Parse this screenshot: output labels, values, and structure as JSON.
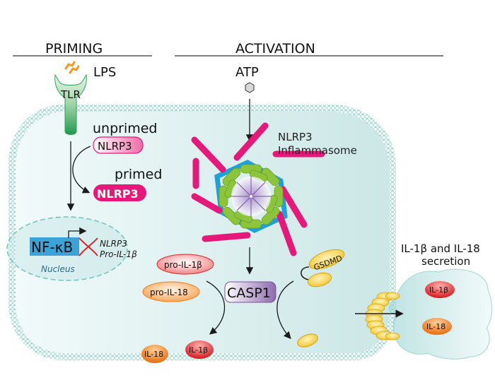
{
  "sections": {
    "priming": "PRIMING",
    "activation": "ACTIVATION"
  },
  "priming": {
    "ligand": "LPS",
    "receptor": "TLR",
    "unprimed_label": "unprimed",
    "unprimed_protein": "NLRP3",
    "primed_label": "primed",
    "primed_protein": "NLRP3",
    "nucleus": {
      "factor": "NF-κB",
      "genes": [
        "NLRP3",
        "Pro-IL-1β"
      ],
      "label": "Nucleus"
    }
  },
  "activation": {
    "stimulus": "ATP",
    "complex_label_line1": "NLRP3",
    "complex_label_line2": "Inflammasome",
    "enzyme": "CASP1",
    "substrates": [
      "pro-IL-1β",
      "pro-IL-18"
    ],
    "products": [
      "IL-18",
      "IL-1β"
    ],
    "pore_protein": "GSDMD"
  },
  "secretion": {
    "title_line1": "IL-1β and IL-18",
    "title_line2": "secretion",
    "molecules": [
      "IL-1β",
      "IL-18"
    ]
  },
  "colors": {
    "membrane": "#8fd3cc",
    "cytoplasm": "#d4ebea",
    "nlrp3": "#e6187a",
    "asc": "#1ea0d8",
    "casp_recruit": "#8cc43c",
    "casp1": "#9a78b8",
    "tlr": "#2fa35a",
    "lps": "#f59a1c",
    "il1b": "#e0262a",
    "il18": "#ee7d1a",
    "gsdmd": "#f5cc30",
    "nfkb": "#3ba3d8"
  }
}
